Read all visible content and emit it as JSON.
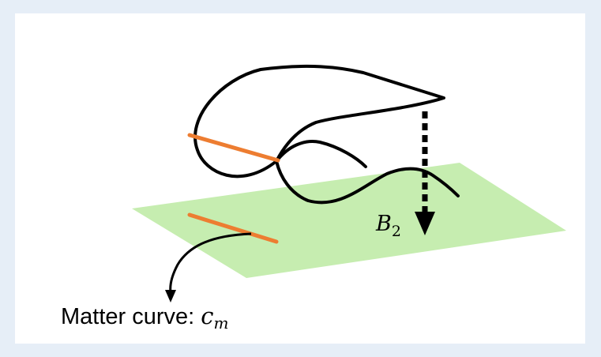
{
  "colors": {
    "background": "#e6eef7",
    "panel": "#ffffff",
    "base_plane": "#c6edb0",
    "matter_line": "#ed7d31",
    "stroke": "#000000"
  },
  "base_label": {
    "symbol": "B",
    "subscript": "2"
  },
  "matter_label": {
    "text": "Matter curve: ",
    "symbol": "c",
    "subscript": "m"
  }
}
